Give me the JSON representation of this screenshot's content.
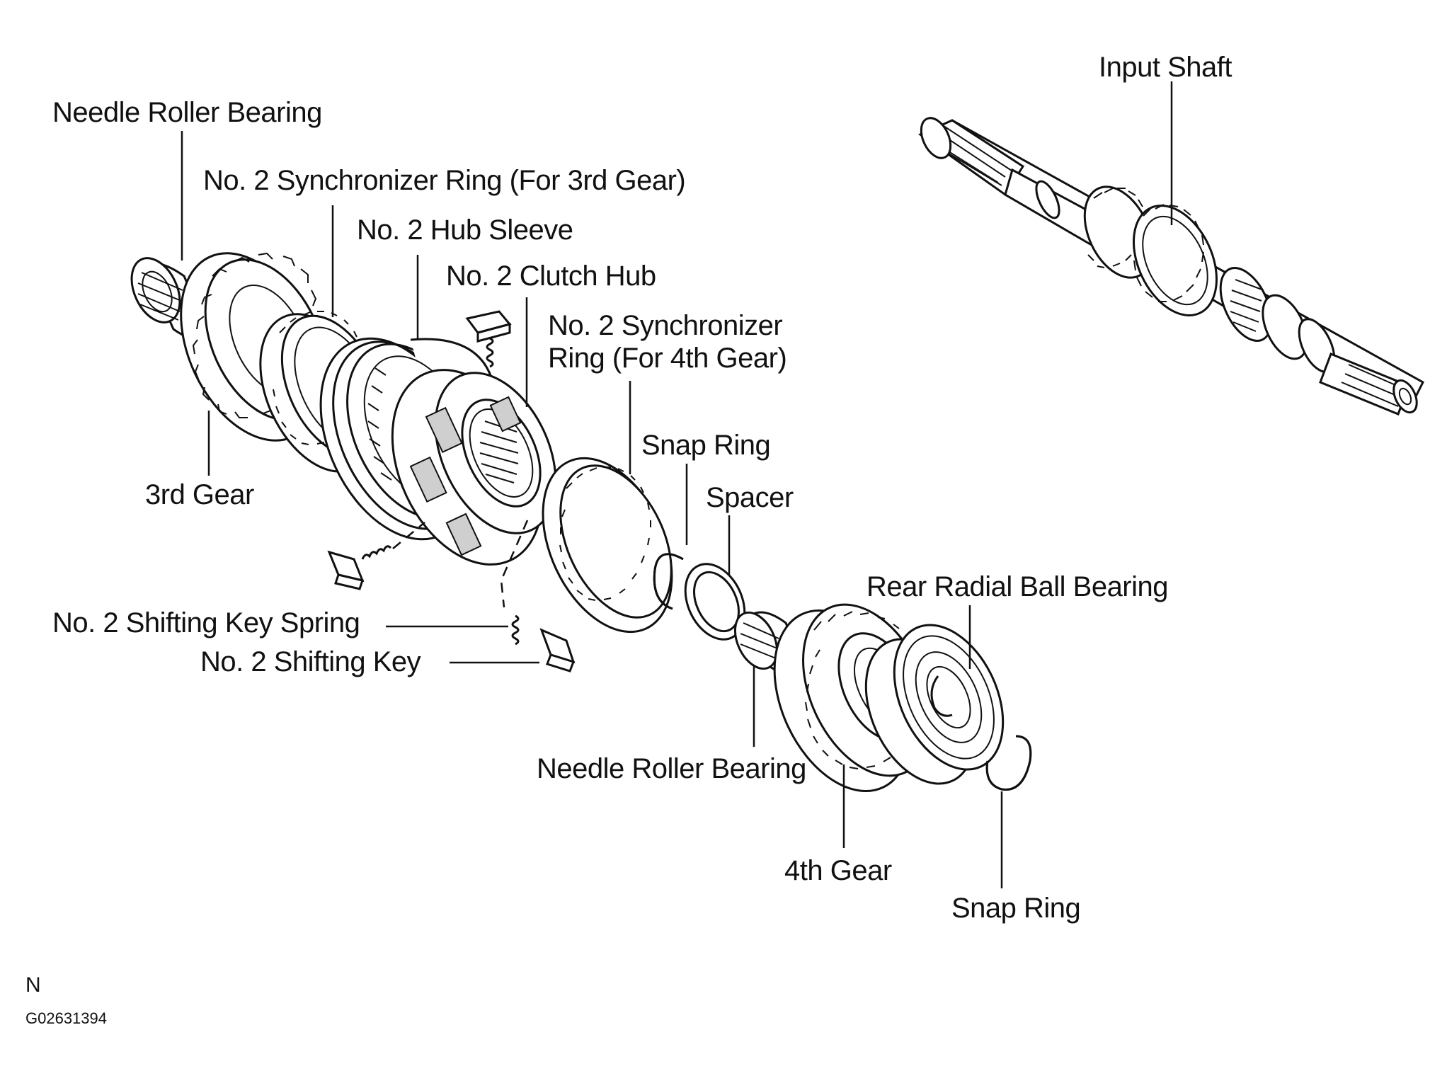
{
  "labels": {
    "input_shaft": "Input Shaft",
    "needle_roller_bearing_top": "Needle Roller Bearing",
    "sync_ring_3rd": "No. 2 Synchronizer Ring (For 3rd Gear)",
    "hub_sleeve": "No. 2 Hub Sleeve",
    "clutch_hub": "No. 2 Clutch Hub",
    "sync_ring_4th": "No. 2 Synchronizer\nRing (For 4th Gear)",
    "snap_ring_mid": "Snap Ring",
    "spacer": "Spacer",
    "third_gear": "3rd Gear",
    "rear_radial_ball_bearing": "Rear Radial Ball Bearing",
    "shifting_key_spring": "No. 2 Shifting Key Spring",
    "shifting_key": "No. 2 Shifting Key",
    "needle_roller_bearing_bottom": "Needle Roller Bearing",
    "fourth_gear": "4th Gear",
    "snap_ring_bottom": "Snap Ring"
  },
  "footer": {
    "letter": "N",
    "code": "G02631394"
  }
}
